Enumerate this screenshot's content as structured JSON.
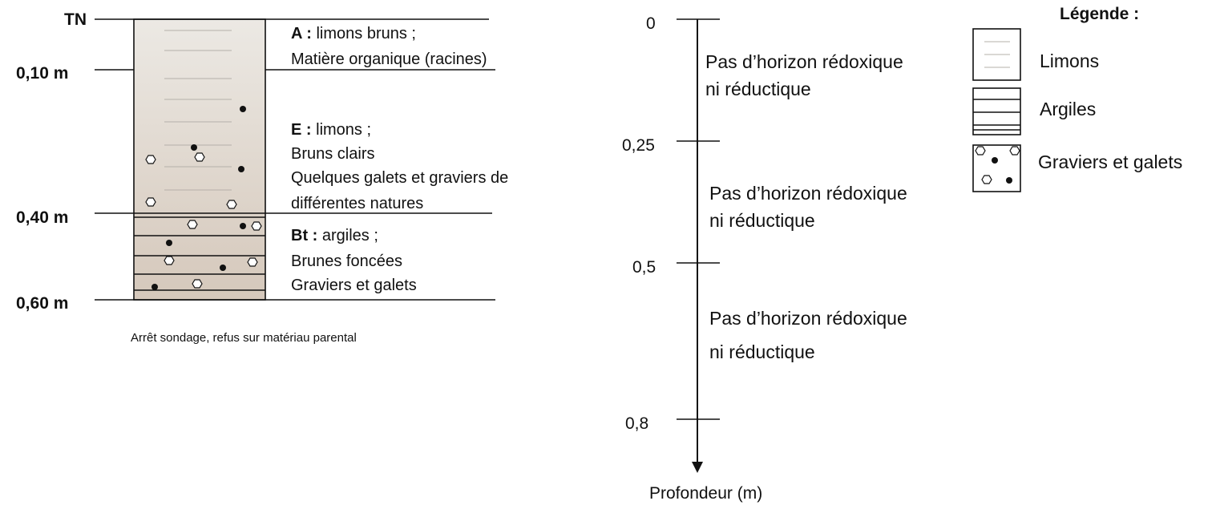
{
  "profile": {
    "depth_labels": [
      "TN",
      "0,10 m",
      "0,40 m",
      "0,60 m"
    ],
    "horizons": [
      {
        "code": "A :",
        "lines": [
          " limons bruns ;",
          "Matière organique (racines)"
        ]
      },
      {
        "code": "E :",
        "lines": [
          " limons ;",
          "Bruns clairs",
          "Quelques galets et graviers de",
          "différentes natures"
        ]
      },
      {
        "code": "Bt :",
        "lines": [
          " argiles ;",
          "Brunes foncées",
          "Graviers et galets"
        ]
      }
    ],
    "note": "Arrêt sondage, refus sur matériau parental",
    "colors": {
      "column_top": "#ece9e4",
      "column_bottom": "#d5c8bb",
      "line": "#111111",
      "silt_line": "#b5b0aa"
    }
  },
  "depth_axis": {
    "ticks": [
      "0",
      "0,25",
      "0,5",
      "0,8"
    ],
    "label": "Profondeur (m)",
    "zones": [
      [
        "Pas d’horizon rédoxique",
        "ni réductique"
      ],
      [
        "Pas d’horizon rédoxique",
        "ni réductique"
      ],
      [
        "Pas d’horizon rédoxique",
        "ni réductique"
      ]
    ]
  },
  "legend": {
    "title": "Légende :",
    "items": [
      "Limons",
      "Argiles",
      "Graviers et galets"
    ]
  }
}
